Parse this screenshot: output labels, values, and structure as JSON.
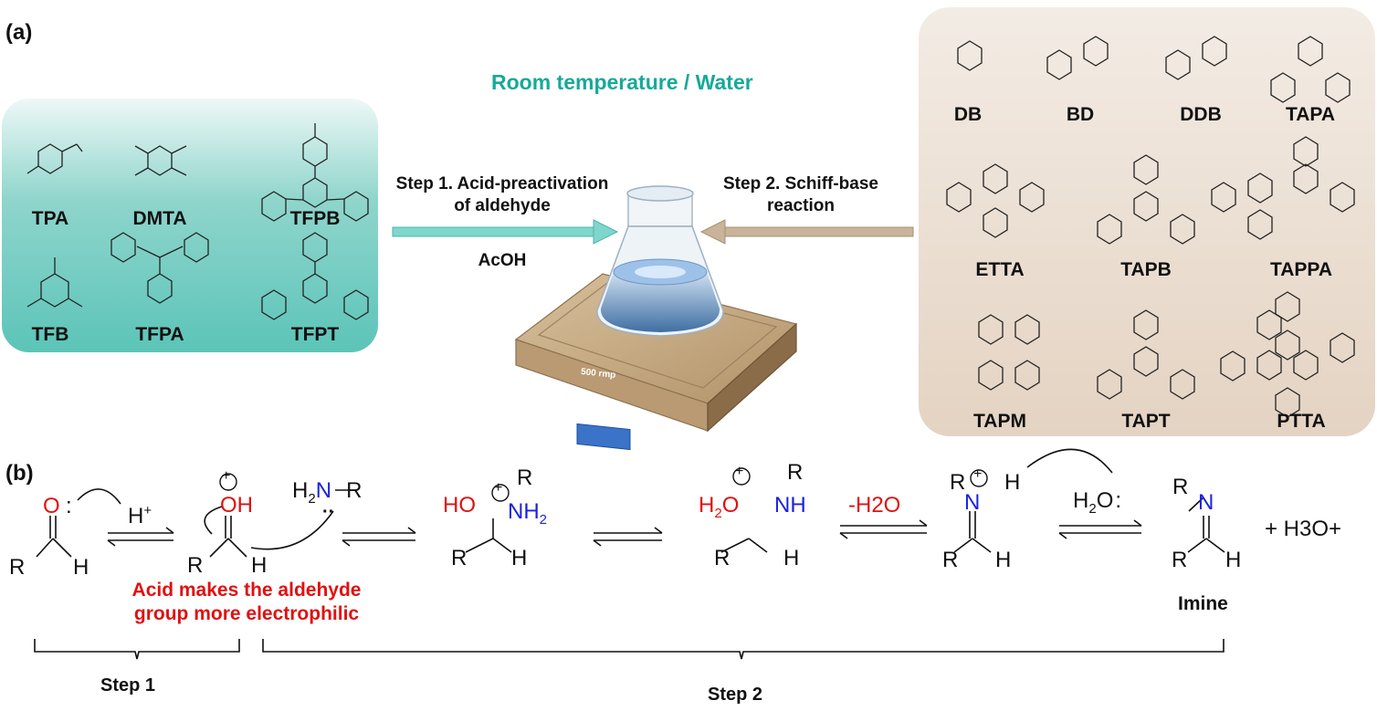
{
  "panel_a": {
    "label": "(a)",
    "condition": "Room temperature / Water",
    "aldehydes": [
      "TPA",
      "DMTA",
      "TFPB",
      "TFB",
      "TFPA",
      "TFPT"
    ],
    "amines": [
      "DB",
      "BD",
      "DDB",
      "TAPA",
      "ETTA",
      "TAPB",
      "TAPPA",
      "TAPM",
      "TAPT",
      "PTTA"
    ],
    "step1": {
      "line1": "Step 1. Acid-preactivation",
      "line2": "of aldehyde",
      "reagent": "AcOH"
    },
    "step2": {
      "line1": "Step 2. Schiff-base",
      "line2": "reaction"
    },
    "stirrer_label": "500 rmp",
    "colors": {
      "aldehyde_panel": "#5cc4b8",
      "amine_panel": "#e4d3c2",
      "condition_text": "#17a99a",
      "arrow1": "#7fd6cc",
      "arrow2": "#b49a7f"
    }
  },
  "panel_b": {
    "label": "(b)",
    "note_line1": "Acid makes the aldehyde",
    "note_line2": "group more electrophilic",
    "minus_water": "-H2O",
    "product_label": "Imine",
    "byproduct": "+ H3O+",
    "step1_label": "Step 1",
    "step2_label": "Step 2",
    "colors": {
      "oxygen": "#e21010",
      "nitrogen": "#1a22e0"
    }
  }
}
